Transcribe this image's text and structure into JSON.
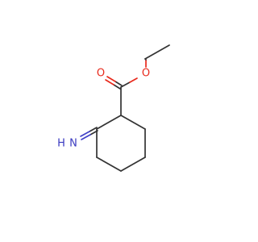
{
  "molecule": {
    "atoms": {
      "carbonyl_oxygen": "O",
      "ester_oxygen": "O",
      "imine_nitrogen": "N",
      "imine_hydrogen": "H"
    },
    "colors": {
      "bond": "#333333",
      "oxygen": "#e8291c",
      "nitrogen": "#3a3ac0"
    }
  }
}
